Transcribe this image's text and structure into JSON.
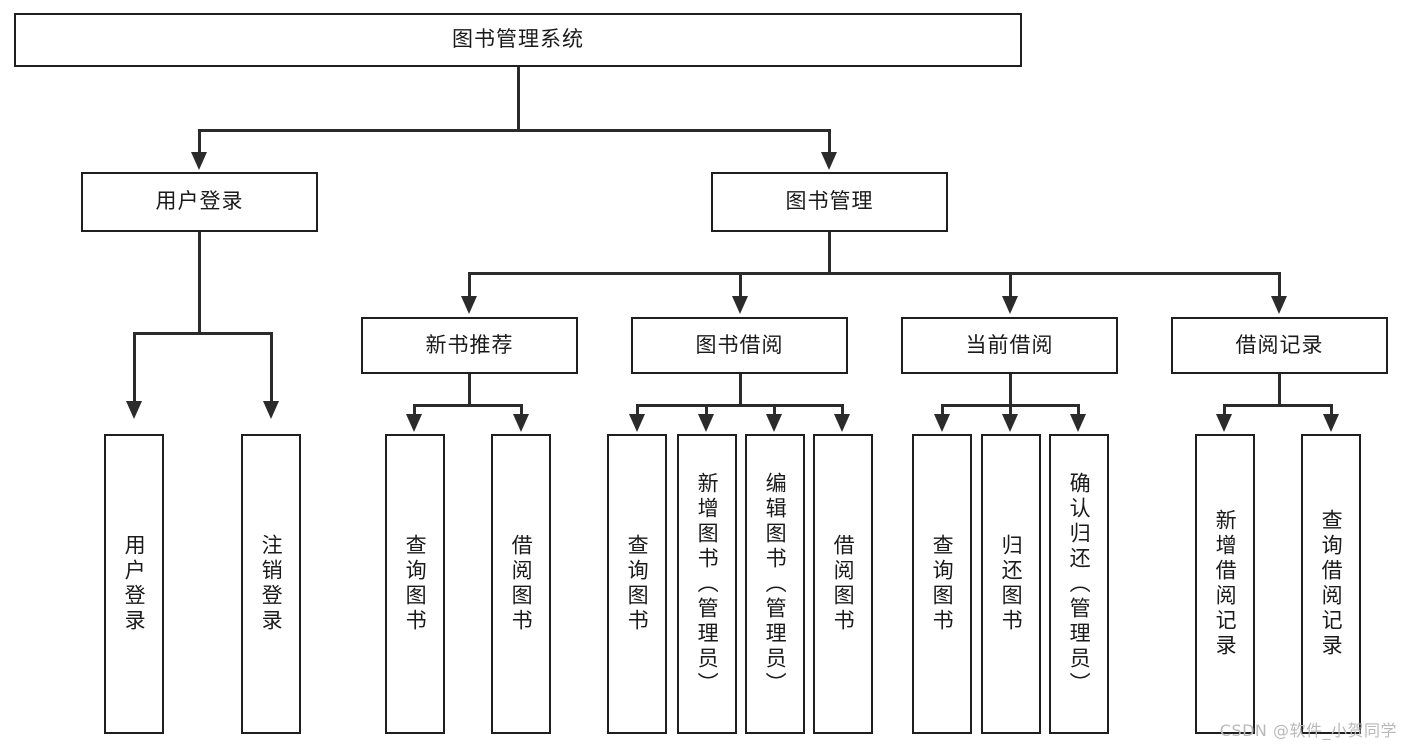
{
  "diagram": {
    "title": "图书管理系统",
    "watermark": "CSDN @软件_小贺同学",
    "accent_color": "#1f1f1f",
    "background_color": "#ffffff",
    "line_color": "#2b2b2b",
    "root": {
      "label": "图书管理系统"
    },
    "level2": [
      {
        "label": "用户登录"
      },
      {
        "label": "图书管理"
      }
    ],
    "level3": [
      {
        "label": "新书推荐"
      },
      {
        "label": "图书借阅"
      },
      {
        "label": "当前借阅"
      },
      {
        "label": "借阅记录"
      }
    ],
    "leaves": {
      "user_login": [
        {
          "label": "用户登录"
        },
        {
          "label": "注销登录"
        }
      ],
      "new_book_recommend": [
        {
          "label": "查询图书"
        },
        {
          "label": "借阅图书"
        }
      ],
      "book_borrow": [
        {
          "label": "查询图书"
        },
        {
          "label": "新增图书（管理员）"
        },
        {
          "label": "编辑图书（管理员）"
        },
        {
          "label": "借阅图书"
        }
      ],
      "current_borrow": [
        {
          "label": "查询图书"
        },
        {
          "label": "归还图书"
        },
        {
          "label": "确认归还（管理员）"
        }
      ],
      "borrow_record": [
        {
          "label": "新增借阅记录"
        },
        {
          "label": "查询借阅记录"
        }
      ]
    }
  }
}
